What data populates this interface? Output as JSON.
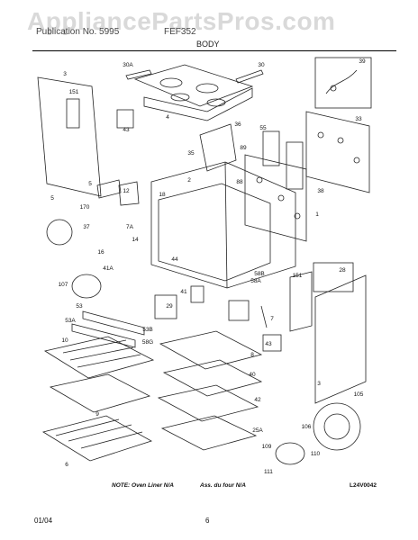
{
  "watermark": "AppliancePartsPros.com",
  "header": {
    "left": "Publication No. 5995",
    "right": "FEF352",
    "section": "BODY"
  },
  "callouts": [
    "30A",
    "4",
    "30",
    "39",
    "3",
    "151",
    "43",
    "33",
    "36",
    "55",
    "35",
    "89",
    "38",
    "5",
    "170",
    "2",
    "12",
    "18",
    "88",
    "1",
    "5",
    "37",
    "7A",
    "16",
    "14",
    "44",
    "41A",
    "107",
    "58B",
    "151",
    "28",
    "41",
    "58A",
    "7",
    "29",
    "53",
    "53A",
    "53B",
    "58G",
    "10",
    "43",
    "8",
    "40",
    "9",
    "3",
    "42",
    "105",
    "106",
    "25A",
    "109",
    "110",
    "6",
    "111"
  ],
  "notes": {
    "oven_liner": "NOTE: Oven Liner N/A",
    "french": "Ass. du four N/A",
    "code": "L24V0042"
  },
  "footer": {
    "date": "01/04",
    "page": "6"
  }
}
